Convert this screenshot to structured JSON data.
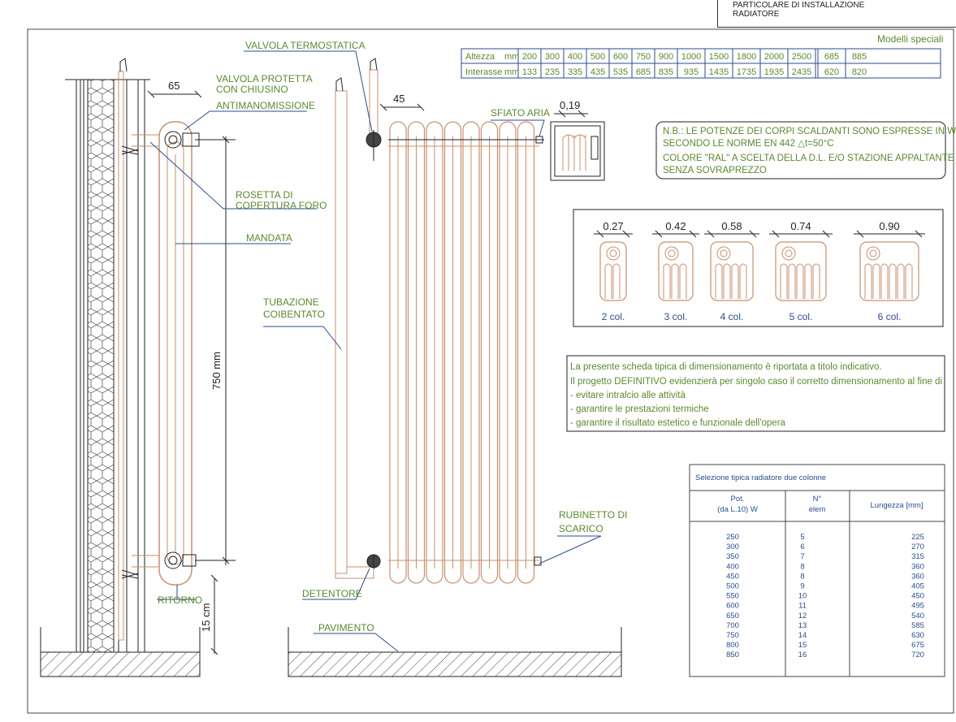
{
  "header": {
    "title_line1": "PARTICOLARE DI INSTALLAZIONE",
    "title_line2": "RADIATORE"
  },
  "labels": {
    "valvola_termostatica": "VALVOLA TERMOSTATICA",
    "valvola_protetta_1": "VALVOLA PROTETTA",
    "valvola_protetta_2": "CON CHIUSINO",
    "valvola_protetta_3": "ANTIMANOMISSIONE",
    "rosetta_1": "ROSETTA DI",
    "rosetta_2": "COPERTURA FORO",
    "mandata": "MANDATA",
    "tubazione_1": "TUBAZIONE",
    "tubazione_2": "COIBENTATO",
    "ritorno": "RITORNO",
    "detentore": "DETENTORE",
    "pavimento": "PAVIMENTO",
    "sfiato_aria": "SFIATO ARIA",
    "rubinetto_1": "RUBINETTO DI",
    "rubinetto_2": "SCARICO"
  },
  "dimensions": {
    "d65": "65",
    "d45": "45",
    "d019": "0,19",
    "d750": "750 mm",
    "d15": "15 cm"
  },
  "models_table": {
    "special_label": "Modelli speciali",
    "row1_label": "Altezza",
    "row1_unit": "mm",
    "row1_values": [
      "200",
      "300",
      "400",
      "500",
      "600",
      "750",
      "900",
      "1000",
      "1500",
      "1800",
      "2000",
      "2500"
    ],
    "row1_special": [
      "685",
      "885"
    ],
    "row2_label": "Interasse",
    "row2_unit": "mm",
    "row2_values": [
      "133",
      "235",
      "335",
      "435",
      "535",
      "685",
      "835",
      "935",
      "1435",
      "1735",
      "1935",
      "2435"
    ],
    "row2_special": [
      "620",
      "820"
    ]
  },
  "note": {
    "line1": "N.B.: LE POTENZE DEI CORPI SCALDANTI SONO ESPRESSE IN WATT",
    "line2": "SECONDO LE NORME EN 442 △t=50°C",
    "line3": "COLORE \"RAL\" A SCELTA DELLA D.L. E/O STAZIONE APPALTANTE",
    "line4": "SENZA SOVRAPREZZO"
  },
  "columns": [
    {
      "dim": "0.27",
      "label": "2 col.",
      "n": 2
    },
    {
      "dim": "0.42",
      "label": "3 col.",
      "n": 3
    },
    {
      "dim": "0.58",
      "label": "4 col.",
      "n": 4
    },
    {
      "dim": "0.74",
      "label": "5 col.",
      "n": 5
    },
    {
      "dim": "0.90",
      "label": "6 col.",
      "n": 6
    }
  ],
  "disclaimer": {
    "line1": "La presente scheda tipica di dimensionamento è riportata a titolo indicativo.",
    "line2": "Il progetto DEFINITIVO evidenzierà per singolo caso il corretto dimensionamento al fine di",
    "line3": "- evitare intralcio alle attività",
    "line4": "- garantire le prestazioni termiche",
    "line5": "- garantire il risultato estetico e funzionale dell'opera"
  },
  "selection": {
    "title": "Selezione tipica radiatore due colonne",
    "h1a": "Pot.",
    "h1b": "(da L.10) W",
    "h2a": "N°",
    "h2b": "elem",
    "h3": "Lungezza [mm]",
    "pot": [
      "250",
      "300",
      "350",
      "400",
      "450",
      "500",
      "550",
      "600",
      "650",
      "700",
      "750",
      "800",
      "850"
    ],
    "elem": [
      "5",
      "6",
      "7",
      "8",
      "8",
      "9",
      "10",
      "11",
      "12",
      "13",
      "14",
      "15",
      "16"
    ],
    "len": [
      "225",
      "270",
      "315",
      "360",
      "360",
      "405",
      "450",
      "495",
      "540",
      "585",
      "630",
      "675",
      "720"
    ]
  },
  "colors": {
    "radiator": "#c98f6e",
    "label_green": "#5a8a2e",
    "line_blue": "#2a4d8f",
    "ink": "#222222"
  }
}
